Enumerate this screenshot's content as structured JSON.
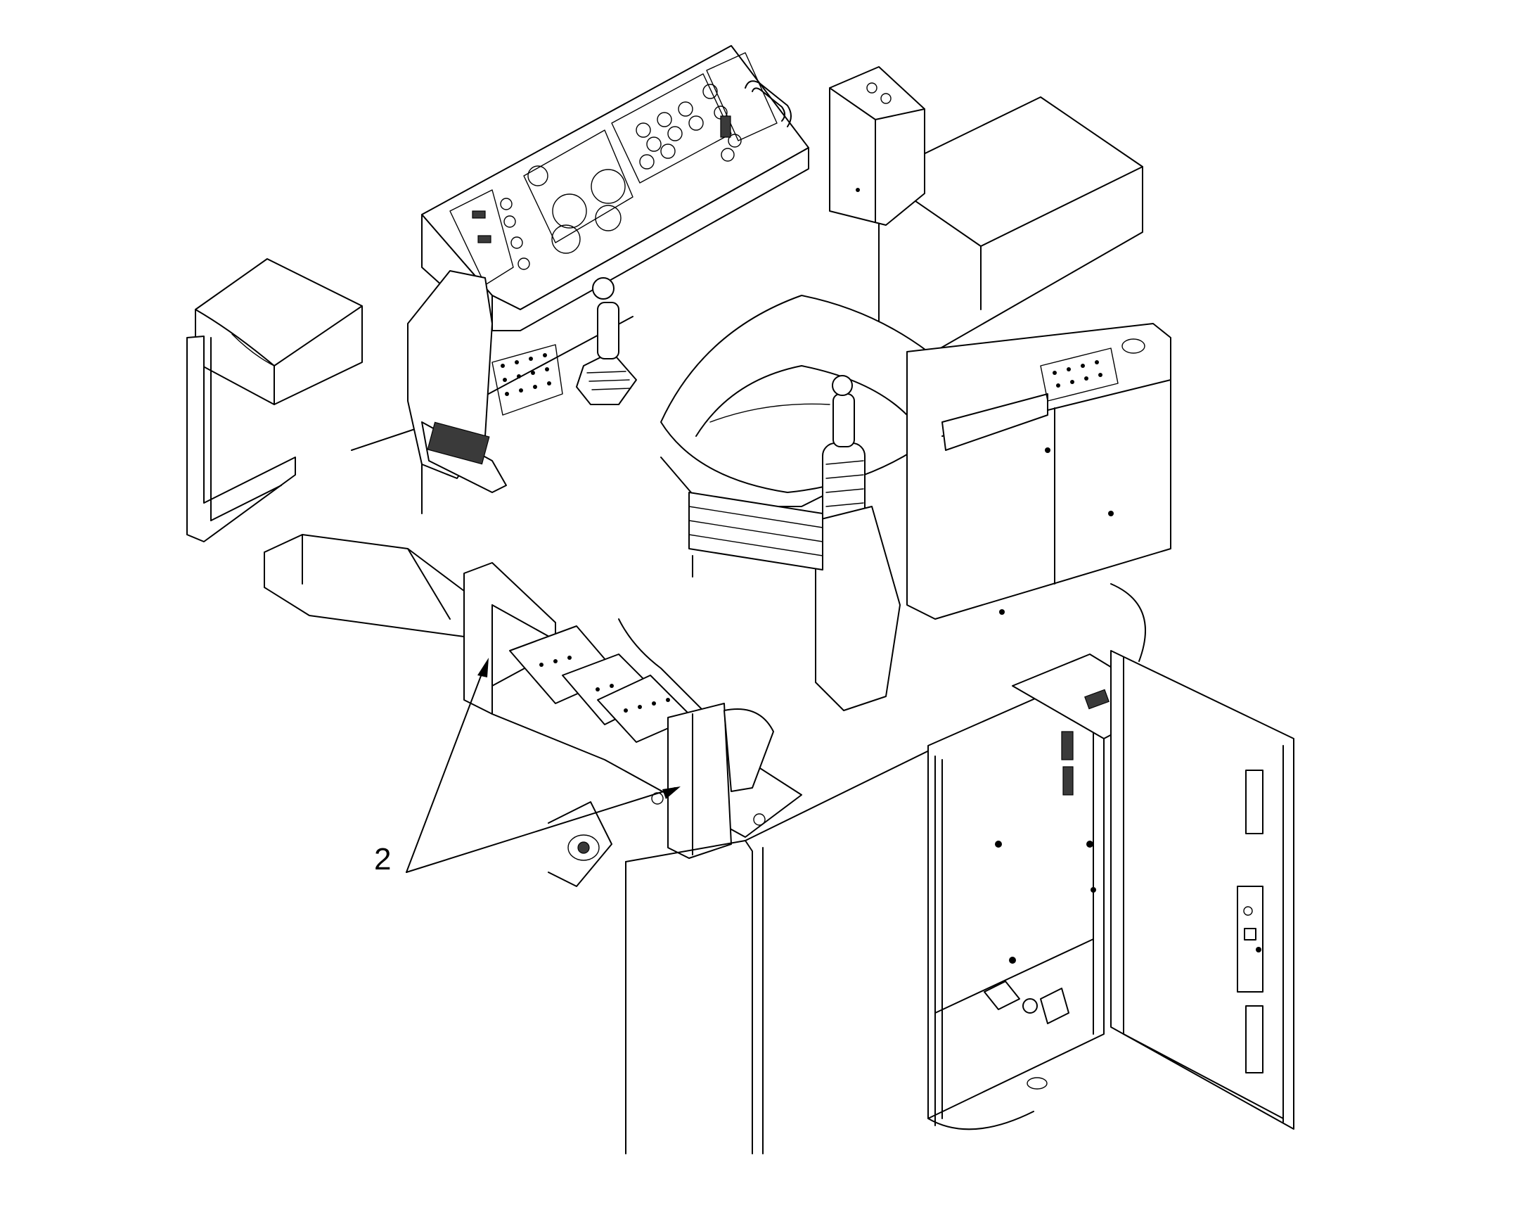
{
  "figure": {
    "subject": "operator-station-with-pedal-frame",
    "line_color": "#000000",
    "background": "#ffffff"
  },
  "callouts": [
    {
      "label": "2",
      "icon": "leader-line-arrow",
      "targets": 2
    }
  ]
}
